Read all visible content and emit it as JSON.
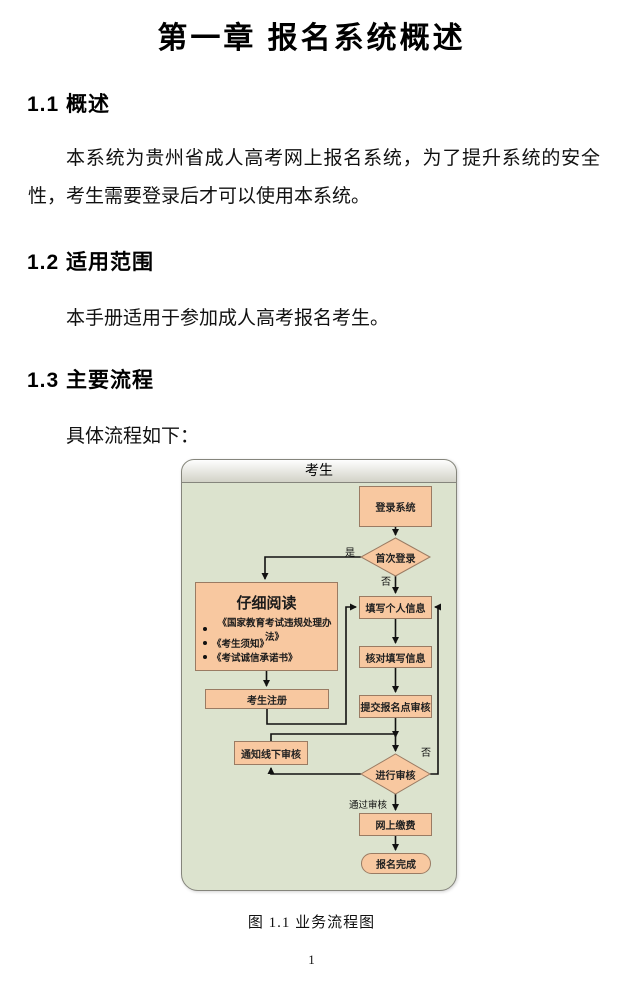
{
  "page": {
    "title": "第一章 报名系统概述",
    "page_number": "1"
  },
  "sections": [
    {
      "heading": "1.1 概述",
      "body": "本系统为贵州省成人高考网上报名系统，为了提升系统的安全性，考生需要登录后才可以使用本系统。"
    },
    {
      "heading": "1.2 适用范围",
      "body": "本手册适用于参加成人高考报名考生。"
    },
    {
      "heading": "1.3 主要流程",
      "body": "具体流程如下："
    }
  ],
  "flowchart": {
    "lane_title": "考生",
    "caption": "图 1.1 业务流程图",
    "colors": {
      "lane_bg": "#dce3ce",
      "header_gradient_top": "#fefefe",
      "header_gradient_bottom": "#d2d2c7",
      "node_fill": "#f8c8a0",
      "node_border": "#9a7b63",
      "connector": "#111111"
    },
    "nodes": {
      "login": "登录系统",
      "first_login": "首次登录",
      "read_title": "仔细阅读",
      "read_items": [
        "《国家教育考试违规处理办法》",
        "《考生须知》",
        "《考试诚信承诺书》"
      ],
      "register": "考生注册",
      "fill_info": "填写个人信息",
      "check_info": "核对填写信息",
      "submit_review": "提交报名点审核",
      "notify_offline": "通知线下审核",
      "do_review": "进行审核",
      "pay_online": "网上缴费",
      "complete": "报名完成"
    },
    "edge_labels": {
      "yes": "是",
      "no_first": "否",
      "no_review": "否",
      "pass": "通过审核"
    }
  }
}
